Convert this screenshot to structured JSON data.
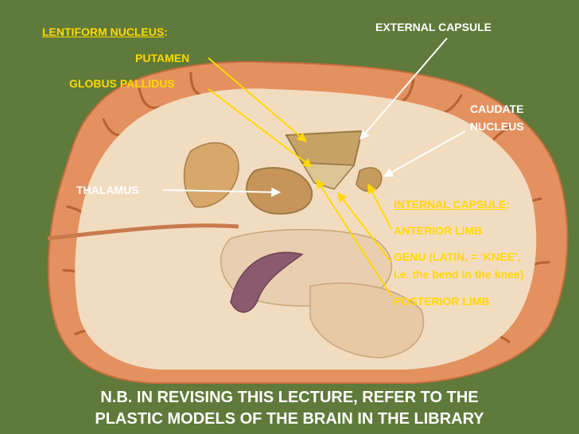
{
  "labels": {
    "lentiform_title": "LENTIFORM NUCLEUS",
    "colon": ":",
    "putamen": "PUTAMEN",
    "globus_pallidus": "GLOBUS PALLIDUS",
    "external_capsule": "EXTERNAL CAPSULE",
    "caudate_line1": "CAUDATE",
    "caudate_line2": "NUCLEUS",
    "thalamus": "THALAMUS",
    "internal_capsule_title": "INTERNAL CAPSULE",
    "anterior_limb": "ANTERIOR LIMB",
    "genu_line1": "GENU (LATIN, = ‘KNEE’,",
    "genu_line2": "i.e. the bend in the knee)",
    "posterior_limb": "POSTERIOR LIMB"
  },
  "footer": {
    "line1": "N.B. IN REVISING THIS LECTURE, REFER TO THE",
    "line2": "PLASTIC MODELS OF THE BRAIN IN THE LIBRARY"
  },
  "colors": {
    "background": "#5f7a3a",
    "cortex": "#e3915f",
    "white_matter": "#f2dcc0",
    "label_yellow": "#ffd800",
    "label_white": "#ffffff"
  }
}
